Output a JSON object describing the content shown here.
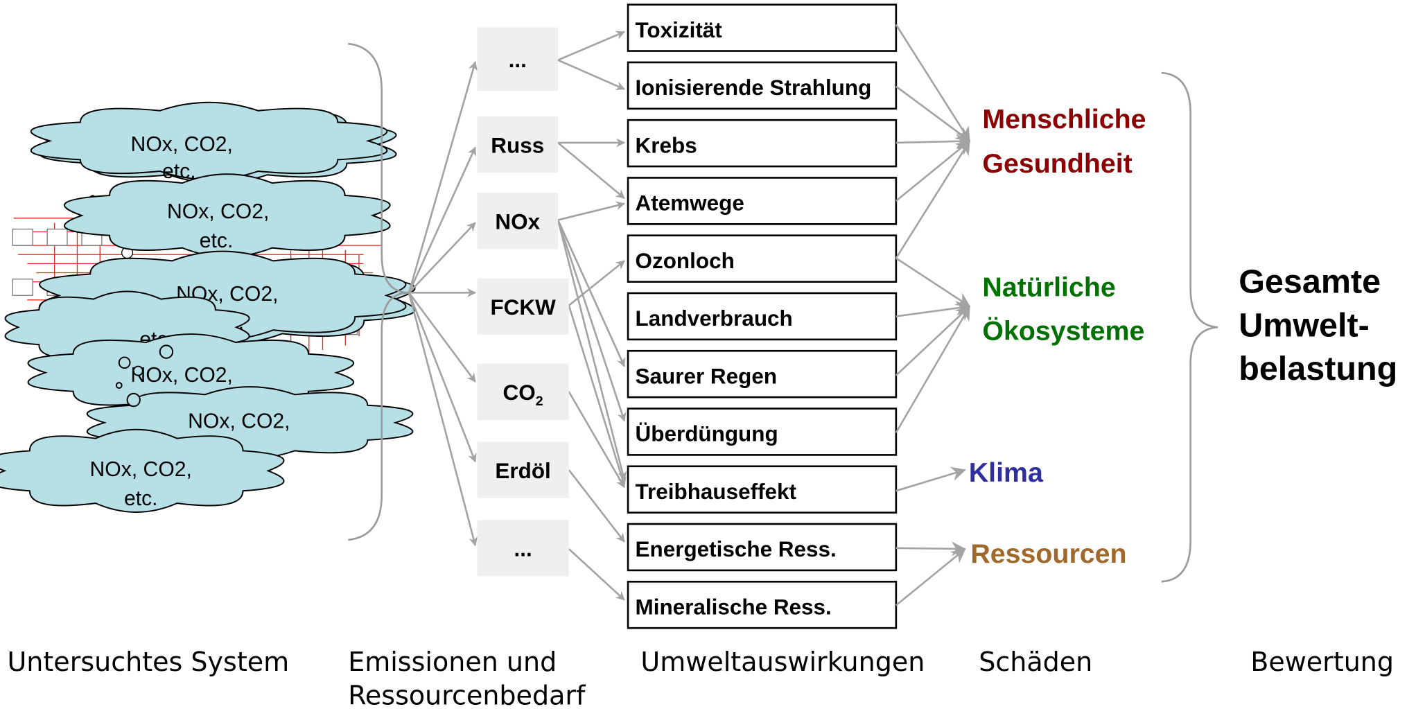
{
  "clouds": [
    {
      "text1": "NOx, CO2,",
      "text2": "etc."
    },
    {
      "text1": "NOx, CO2,",
      "text2": "etc."
    },
    {
      "text1": "NOx, CO2,",
      "text2": "etc."
    },
    {
      "text1": "NOx, CO2,",
      "text2": "etc."
    },
    {
      "text1": "NOx, CO2,",
      "text2": ""
    },
    {
      "text1": "NOx, CO2,",
      "text2": ""
    },
    {
      "text1": "NOx, CO2,",
      "text2": "etc."
    }
  ],
  "emissions": [
    {
      "label": "..."
    },
    {
      "label": "Russ"
    },
    {
      "label": "NOx"
    },
    {
      "label": "FCKW"
    },
    {
      "label": "CO",
      "sub": "2"
    },
    {
      "label": "Erdöl"
    },
    {
      "label": "..."
    }
  ],
  "impacts": [
    "Toxizität",
    "Ionisierende Strahlung",
    "Krebs",
    "Atemwege",
    "Ozonloch",
    "Landverbrauch",
    "Saurer Regen",
    "Überdüngung",
    "Treibhauseffekt",
    "Energetische Ress.",
    "Mineralische Ress."
  ],
  "damages": [
    {
      "lines": [
        "Menschliche",
        "Gesundheit"
      ],
      "color": "#8b0000"
    },
    {
      "lines": [
        "Natürliche",
        "Ökosysteme"
      ],
      "color": "#007000"
    },
    {
      "lines": [
        "Klima"
      ],
      "color": "#2e2e9e"
    },
    {
      "lines": [
        "Ressourcen"
      ],
      "color": "#a0692b"
    }
  ],
  "evaluation": {
    "lines": [
      "Gesamte",
      "Umwelt-",
      "belastung"
    ]
  },
  "column_labels": {
    "system": "Untersuchtes System",
    "emissions_1": "Emissionen und",
    "emissions_2": "Ressourcenbedarf",
    "impacts": "Umweltauswirkungen",
    "damages": "Schäden",
    "evaluation": "Bewertung"
  },
  "colors": {
    "arrow": "#a3a3a3",
    "cloud_fill": "#b7dfe6",
    "emission_bg": "#efefef",
    "flowsheet_line": "#e8261d"
  }
}
